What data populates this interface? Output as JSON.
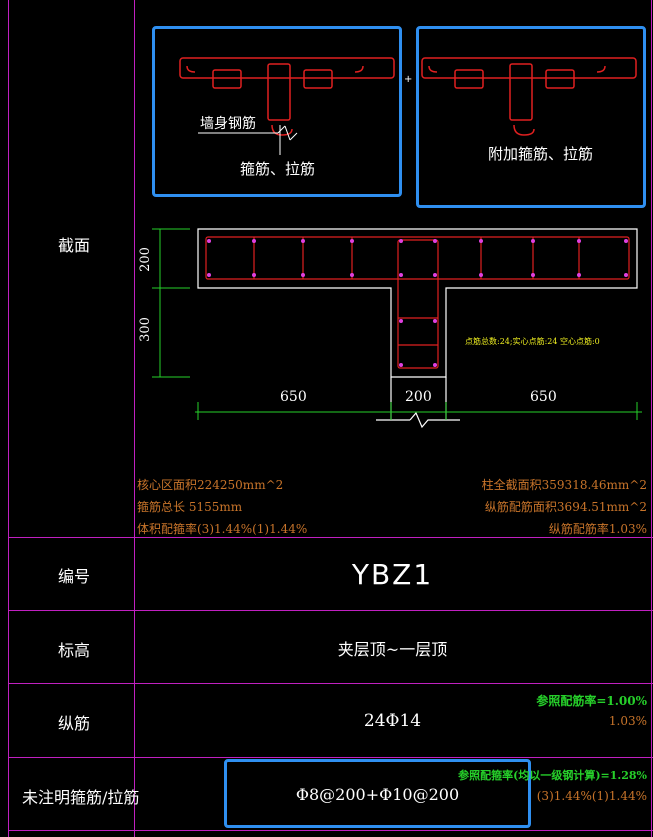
{
  "rows": {
    "section": "截面",
    "id": "编号",
    "elevation": "标高",
    "longitudinal": "纵筋",
    "stirrup": "未注明箍筋/拉筋"
  },
  "values": {
    "id": "YBZ1",
    "elevation": "夹层顶~一层顶",
    "longitudinal": "24Φ14",
    "stirrup": "Φ8@200+Φ10@200"
  },
  "detail": {
    "wall_rebar": "墙身钢筋",
    "stirrup_tie": "箍筋、拉筋",
    "extra_stirrup": "附加箍筋、拉筋"
  },
  "dimensions": {
    "h_top": "200",
    "h_bottom": "300",
    "w_left": "650",
    "w_mid": "200",
    "w_right": "650"
  },
  "section_stats": {
    "core_area": "核心区面积224250mm^2",
    "stirrup_length": "箍筋总长 5155mm",
    "stirrup_ratio": "体积配箍率(3)1.44%(1)1.44%",
    "column_area": "柱全截面积359318.46mm^2",
    "rebar_area": "纵筋配筋面积3694.51mm^2",
    "rebar_ratio": "纵筋配筋率1.03%",
    "count_note": "点筋总数:24;实心点筋:24 空心点筋:0"
  },
  "longitudinal_stats": {
    "ref_ratio": "参照配筋率=1.00%",
    "actual_ratio": "1.03%"
  },
  "stirrup_stats": {
    "ref_ratio": "参照配箍率(均以一级钢计算)=1.28%",
    "actual_ratio": "(3)1.44%(1)1.44%"
  },
  "colors": {
    "grid": "#c020c0",
    "concrete": "#ffffff",
    "rebar": "#e02020",
    "dimension": "#26d02a",
    "highlight_box": "#2f8ff0",
    "note_orange": "#c8742a",
    "note_yellow": "#f0f020"
  }
}
